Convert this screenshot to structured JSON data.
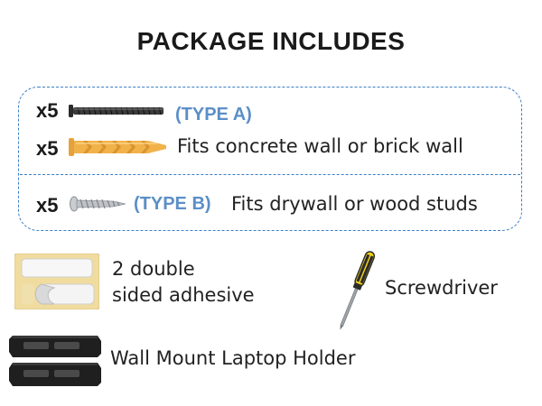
{
  "title": "PACKAGE INCLUDES",
  "type_a": {
    "qty_screw": "x5",
    "qty_anchor": "x5",
    "label": "(TYPE A)",
    "description": "Fits concrete wall or brick wall",
    "screw_icon": "machine-screw-icon",
    "anchor_icon": "wall-anchor-icon",
    "screw_color": "#2b2b2b",
    "anchor_color": "#f2b24a"
  },
  "type_b": {
    "qty": "x5",
    "label": "(TYPE B)",
    "description": "Fits drywall or wood studs",
    "screw_icon": "wood-screw-icon",
    "screw_color": "#bfc3c7"
  },
  "adhesive": {
    "line1": "2 double",
    "line2": "sided adhesive",
    "icon": "adhesive-pad-icon",
    "color": "#f1dca0"
  },
  "screwdriver": {
    "label": "Screwdriver",
    "icon": "screwdriver-icon",
    "handle_color": "#f2d21b"
  },
  "holder": {
    "label": "Wall Mount Laptop Holder",
    "icon": "laptop-holder-icon",
    "color": "#1f1f1f"
  },
  "colors": {
    "accent": "#3b7fc4",
    "type_label": "#5b8fc7"
  }
}
